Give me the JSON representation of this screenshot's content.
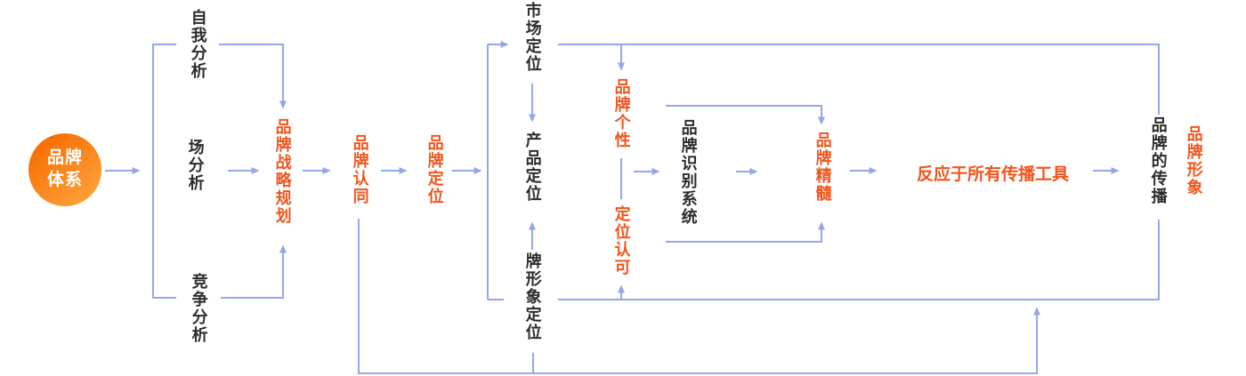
{
  "colors": {
    "line_blue": "#94a7e6",
    "accent_orange": "#f2551c",
    "text_black": "#2d2d2d",
    "circle_gradient_start": "#f76b00",
    "circle_gradient_end": "#ffa53d",
    "circle_text": "#ffffff"
  },
  "nodes": {
    "brand_system": {
      "label": "品牌体系"
    },
    "self_analysis": {
      "label": "自我分析"
    },
    "market_analysis": {
      "label": "场分析"
    },
    "competition_analysis": {
      "label": "竞争分析"
    },
    "brand_strategy_planning": {
      "label": "品牌战略规划"
    },
    "brand_identification": {
      "label": "品牌认同"
    },
    "brand_positioning": {
      "label": "品牌定位"
    },
    "market_positioning": {
      "label": "市场定位"
    },
    "product_positioning": {
      "label": "产品定位"
    },
    "brand_image_positioning": {
      "label": "牌形象定位"
    },
    "brand_personality": {
      "label": "品牌个性"
    },
    "positioning_recognition": {
      "label": "定位认可"
    },
    "brand_identity_system": {
      "label": "品牌识别系统"
    },
    "brand_essence": {
      "label": "品牌精髓"
    },
    "reflect_in_all_tools": {
      "label": "反应于所有传播工具"
    },
    "brand_communication": {
      "label": "品牌的传播"
    },
    "brand_image": {
      "label": "品牌形象"
    }
  }
}
